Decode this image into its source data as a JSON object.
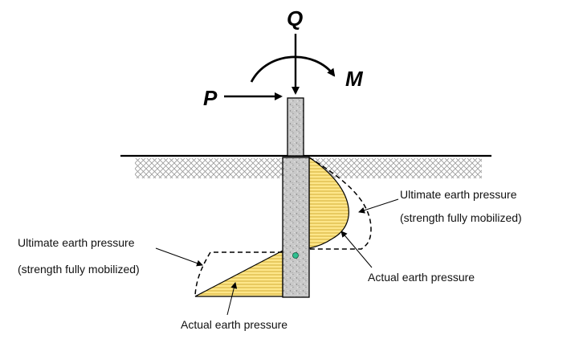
{
  "loads": {
    "vertical": "Q",
    "horizontal": "P",
    "moment": "M"
  },
  "labels": {
    "right_ultimate_line1": "Ultimate earth pressure",
    "right_ultimate_line2": "(strength fully mobilized)",
    "right_actual": "Actual earth pressure",
    "left_ultimate_line1": "Ultimate earth pressure",
    "left_ultimate_line2": "(strength fully mobilized)",
    "left_actual": "Actual earth pressure"
  },
  "colors": {
    "pile_fill": "#c9c9c9",
    "pressure_fill": "#fde68a",
    "pressure_hatch": "#c8a020",
    "soil_hatch": "#9a9a9a",
    "pivot_point": "#2fbf8f"
  }
}
